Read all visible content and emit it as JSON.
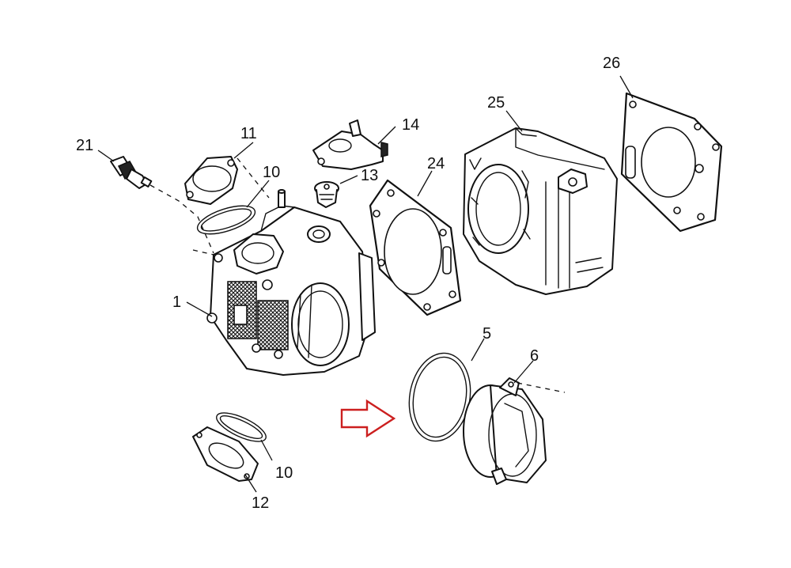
{
  "callouts": {
    "c1": "1",
    "c5": "5",
    "c6": "6",
    "c10a": "10",
    "c10b": "10",
    "c11": "11",
    "c12": "12",
    "c13": "13",
    "c14": "14",
    "c21": "21",
    "c24": "24",
    "c25": "25",
    "c26": "26"
  },
  "colors": {
    "line": "#111111",
    "highlight_arrow": "#cc1f1f",
    "background": "#ffffff"
  }
}
